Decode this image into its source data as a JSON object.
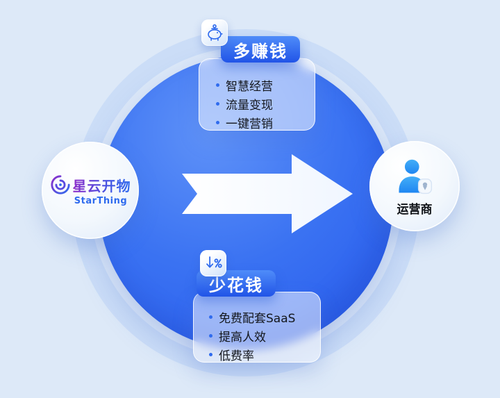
{
  "page": {
    "background": "#dde9f8"
  },
  "colors": {
    "primary_blue": "#2f6bee",
    "circle_gradient_light": "#5f92f8",
    "circle_gradient_dark": "#2558ec",
    "pill_gradient_top": "#4f8cf9",
    "pill_gradient_bottom": "#2154e7",
    "person_blue": "#2e9bf5",
    "logo_purple": "#8d2cc9",
    "text_dark": "#14171c"
  },
  "source_node": {
    "name_cn": "星云开物",
    "name_en": "StarThing",
    "icon": "starthing-swirl-icon"
  },
  "target_node": {
    "label": "运营商",
    "icon": "person-icon"
  },
  "arrow": {
    "direction": "right"
  },
  "benefit_top": {
    "title": "多赚钱",
    "icon": "piggy-bank-icon",
    "items": [
      "智慧经营",
      "流量变现",
      "一键营销"
    ]
  },
  "benefit_bottom": {
    "title": "少花钱",
    "icon": "discount-down-icon",
    "items": [
      "免费配套SaaS",
      "提高人效",
      "低费率"
    ]
  }
}
